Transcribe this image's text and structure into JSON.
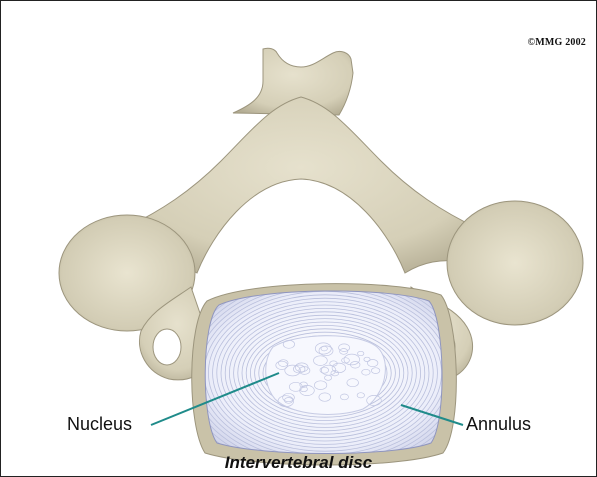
{
  "copyright": "©MMG 2002",
  "labels": {
    "nucleus": "Nucleus",
    "annulus": "Annulus"
  },
  "caption": "Intervertebral disc",
  "colors": {
    "bone": "#d8d2bb",
    "bone_shadow": "#a9a28a",
    "disc": "#eef0fa",
    "disc_lines": "#b9bfdc",
    "leader_lines": "#1f8b8a"
  }
}
